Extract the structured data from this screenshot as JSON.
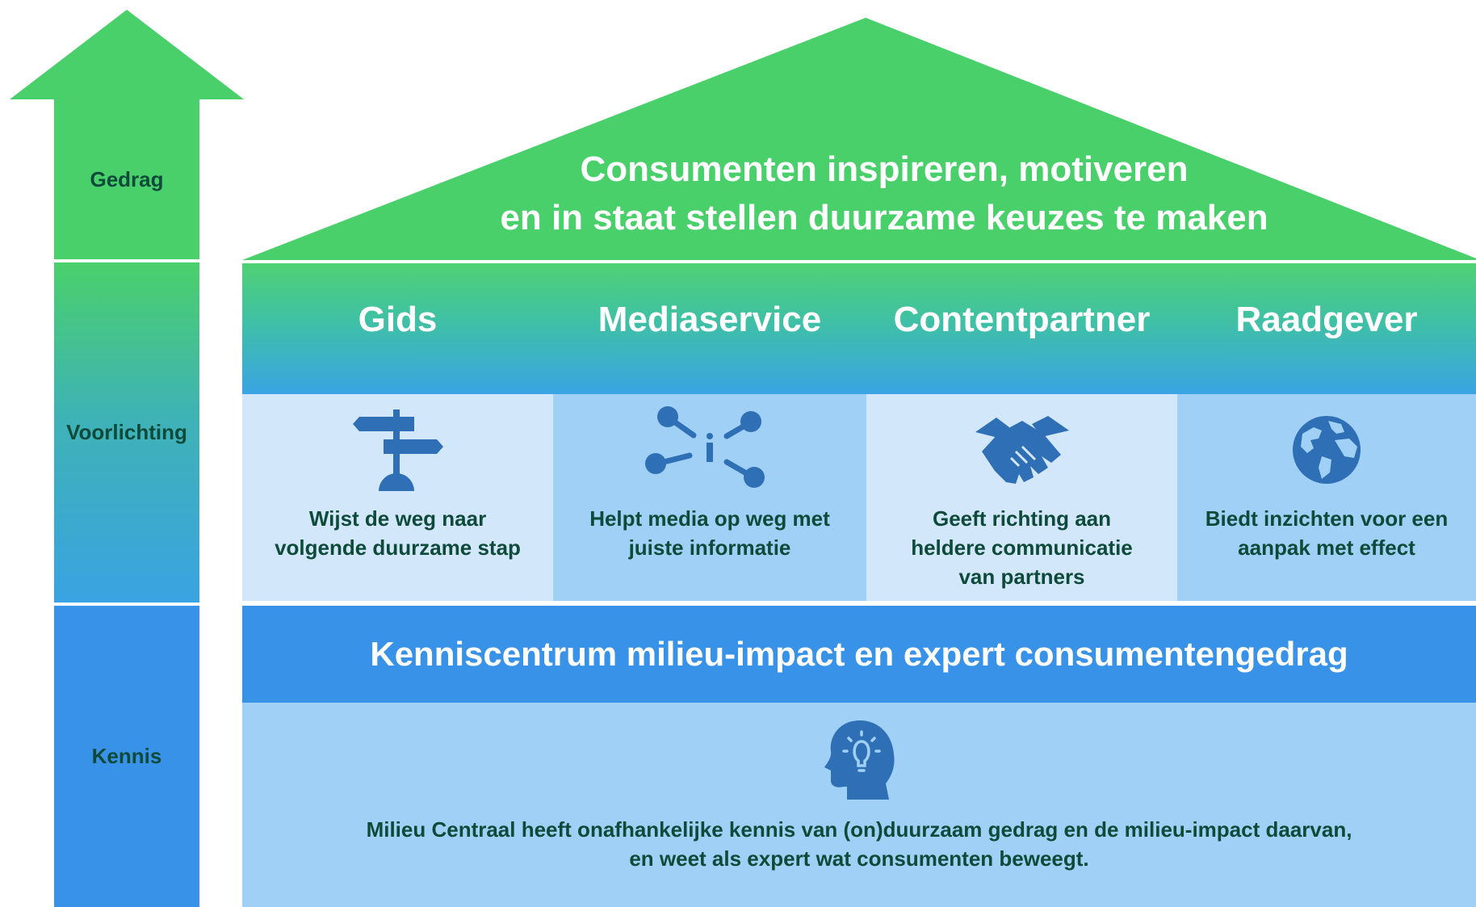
{
  "arrow": {
    "levels": [
      {
        "label": "Gedrag"
      },
      {
        "label": "Voorlichting"
      },
      {
        "label": "Kennis"
      }
    ]
  },
  "roof": {
    "line1": "Consumenten inspireren, motiveren",
    "line2": "en in staat stellen duurzame keuzes te maken"
  },
  "roles": [
    {
      "title": "Gids",
      "desc_line1": "Wijst de weg naar",
      "desc_line2": "volgende duurzame stap",
      "desc_line3": "",
      "icon": "signpost-icon"
    },
    {
      "title": "Mediaservice",
      "desc_line1": "Helpt media op weg met",
      "desc_line2": "juiste informatie",
      "desc_line3": "",
      "icon": "info-network-icon"
    },
    {
      "title": "Contentpartner",
      "desc_line1": "Geeft richting aan",
      "desc_line2": "heldere communicatie",
      "desc_line3": "van partners",
      "icon": "handshake-icon"
    },
    {
      "title": "Raadgever",
      "desc_line1": "Biedt inzichten voor een",
      "desc_line2": "aanpak met effect",
      "desc_line3": "",
      "icon": "globe-icon"
    }
  ],
  "kennis": {
    "title": "Kenniscentrum milieu-impact en expert consumentengedrag",
    "desc_line1": "Milieu Centraal heeft onafhankelijke kennis van (on)duurzaam gedrag en de milieu-impact daarvan,",
    "desc_line2": "en weet als expert wat consumenten beweegt.",
    "icon": "head-lightbulb-icon"
  },
  "colors": {
    "green": "#4ad06b",
    "blue": "#3892e8",
    "dark_text": "#0e4a3a",
    "light_box": "#d3e7fb",
    "mid_box": "#a0d0f5",
    "icon_blue": "#2e6fb5"
  }
}
